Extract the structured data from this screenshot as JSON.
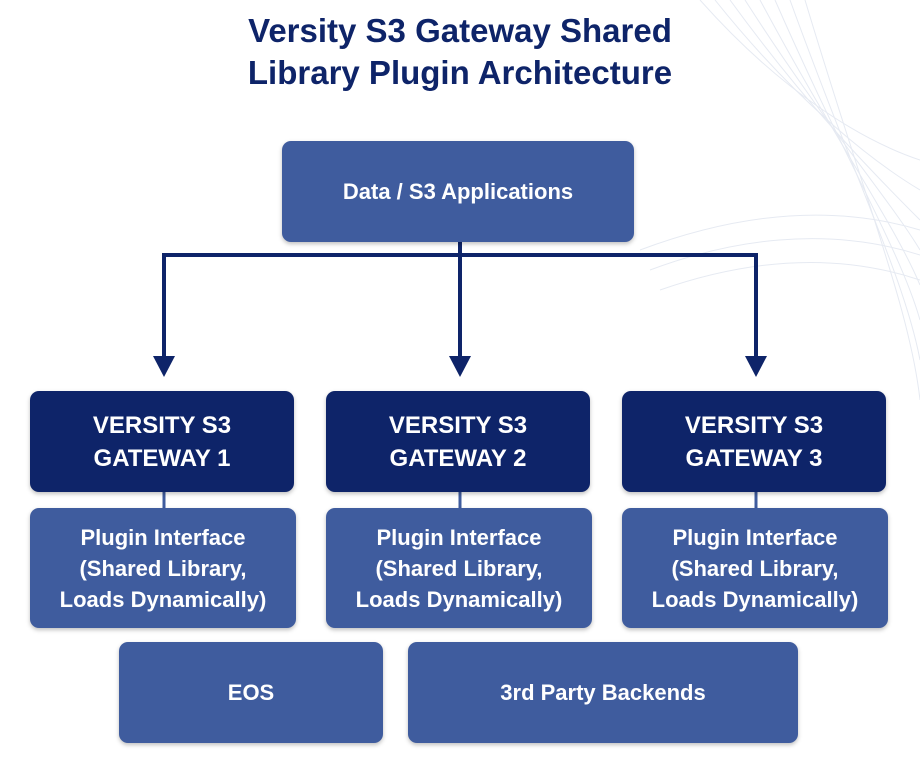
{
  "title": {
    "line1": "Versity S3 Gateway Shared",
    "line2": "Library Plugin Architecture"
  },
  "top_box": {
    "label": "Data / S3 Applications"
  },
  "gateways": [
    {
      "line1": "VERSITY S3",
      "line2": "GATEWAY 1"
    },
    {
      "line1": "VERSITY S3",
      "line2": "GATEWAY 2"
    },
    {
      "line1": "VERSITY S3",
      "line2": "GATEWAY 3"
    }
  ],
  "plugins": [
    {
      "line1": "Plugin Interface",
      "line2": "(Shared Library,",
      "line3": "Loads Dynamically)"
    },
    {
      "line1": "Plugin Interface",
      "line2": "(Shared Library,",
      "line3": "Loads Dynamically)"
    },
    {
      "line1": "Plugin Interface",
      "line2": "(Shared Library,",
      "line3": "Loads Dynamically)"
    }
  ],
  "backends": {
    "eos": "EOS",
    "third_party": "3rd Party Backends"
  },
  "colors": {
    "dark_navy": "#0e2469",
    "medium_blue": "#3f5c9e",
    "background": "#ffffff"
  }
}
